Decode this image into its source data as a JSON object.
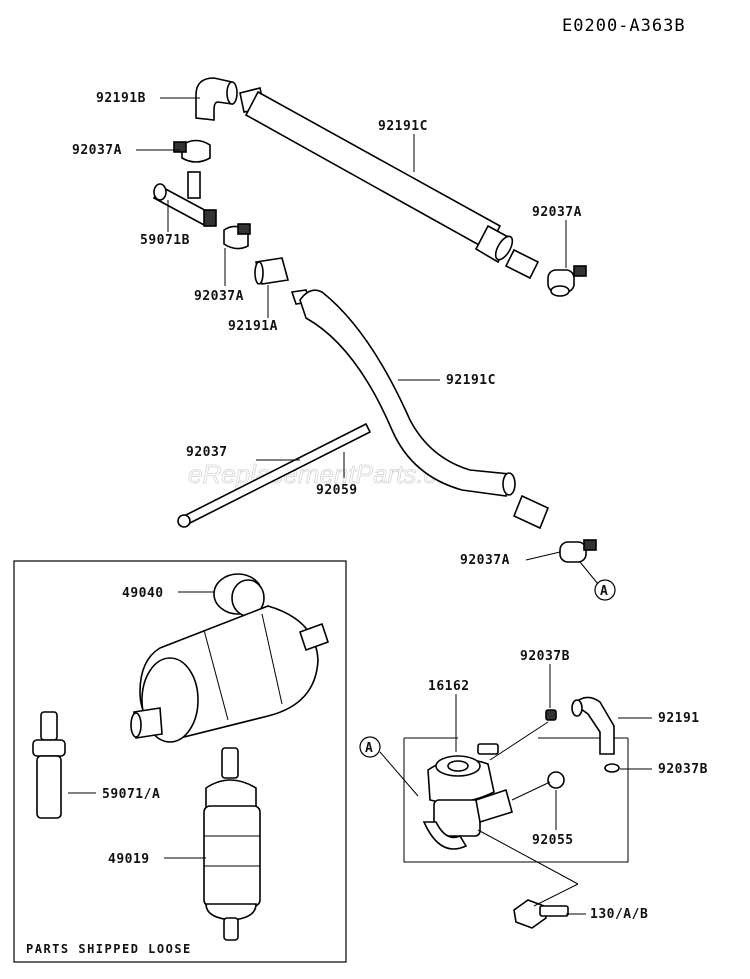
{
  "diagram_code": "E0200-A363B",
  "watermark": "eReplacementParts.com",
  "parts_note": "PARTS SHIPPED LOOSE",
  "ref_a": "A",
  "labels": {
    "p92191B": "92191B",
    "p92037A_1": "92037A",
    "p59071B": "59071B",
    "p92037A_2": "92037A",
    "p92191A": "92191A",
    "p92191C_1": "92191C",
    "p92037A_3": "92037A",
    "p92191C_2": "92191C",
    "p92037": "92037",
    "p92059": "92059",
    "p92037A_4": "92037A",
    "p49040": "49040",
    "p59071A": "59071/A",
    "p49019": "49019",
    "p16162": "16162",
    "p92037B_1": "92037B",
    "p92191": "92191",
    "p92037B_2": "92037B",
    "p92055": "92055",
    "p130AB": "130/A/B"
  }
}
